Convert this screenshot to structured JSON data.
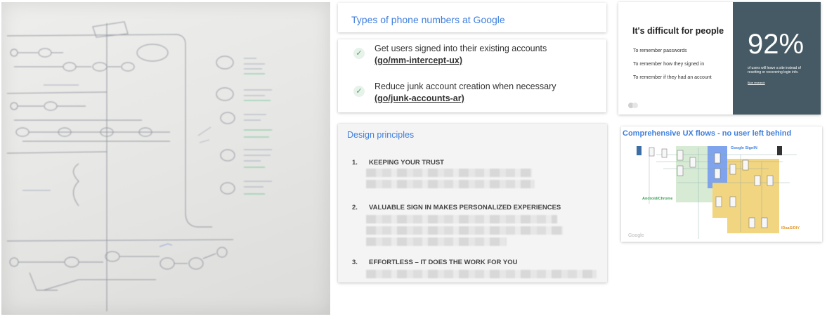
{
  "phone_types": {
    "title": "Types of phone numbers at Google",
    "items": [
      {
        "text": "Get users signed into their existing accounts",
        "link": "(go/mm-intercept-ux)"
      },
      {
        "text": "Reduce junk account creation when necessary",
        "link": "(go/junk-accounts-ar)"
      }
    ]
  },
  "difficult": {
    "title": "It's difficult for people",
    "items": [
      "To remember passwords",
      "To remember how they signed in",
      "To remember if they had an account"
    ],
    "stat": "92%",
    "stat_caption": "of users will leave a site instead of resetting or recovering login info.",
    "source": "Blue research",
    "colors": {
      "panel": "#455a64"
    }
  },
  "design_principles": {
    "title": "Design principles",
    "items": [
      {
        "number": "1.",
        "label": "KEEPING YOUR TRUST"
      },
      {
        "number": "2.",
        "label": "VALUABLE SIGN IN MAKES PERSONALIZED EXPERIENCES"
      },
      {
        "number": "3.",
        "label": "EFFORTLESS – IT DOES THE WORK FOR YOU"
      }
    ]
  },
  "ux_flows": {
    "title": "Comprehensive UX flows - no user left behind",
    "labels": {
      "google_signin": "Google SignIN",
      "android": "Android/Chrome",
      "idaas": "IDaaS/DIY"
    },
    "footer": "Google",
    "colors": {
      "green": "#d7ebd4",
      "blue": "#7fa3ec",
      "yellow": "#f2d580"
    }
  },
  "colors": {
    "accent": "#3f7fde",
    "check": "#49a660"
  }
}
